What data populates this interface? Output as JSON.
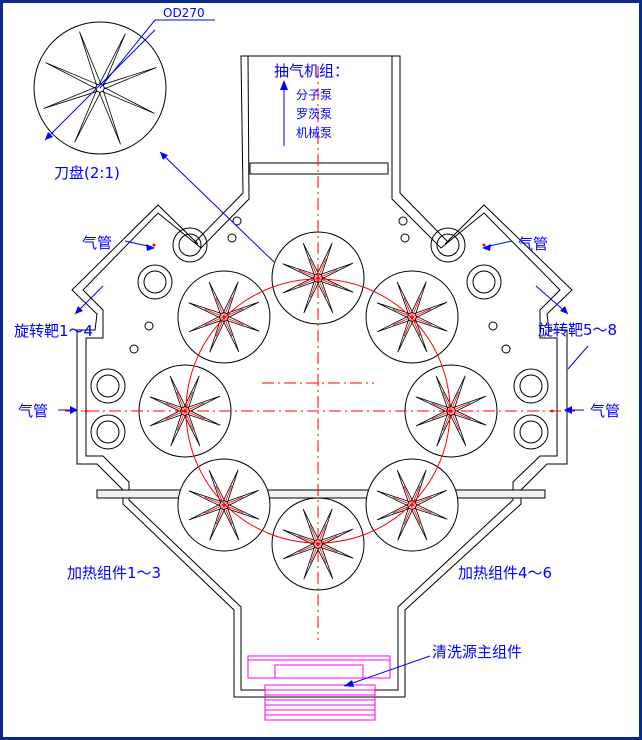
{
  "labels": {
    "od": "OD270",
    "cutter": "刀盘(2:1)",
    "pump_group_title": "抽气机组：",
    "pump_1": "分子泵",
    "pump_2": "罗茨泵",
    "pump_3": "机械泵",
    "gas_tl": "气管",
    "gas_tr": "气管",
    "gas_ml": "气管",
    "gas_mr": "气管",
    "target_left": "旋转靶1～4",
    "target_right": "旋转靶5～8",
    "heater_left": "加热组件1～3",
    "heater_right": "加热组件4～6",
    "cleaning": "清洗源主组件"
  },
  "colors": {
    "frame": "#0a2a8a",
    "outline": "#000000",
    "label": "#0000ff",
    "centerline": "#ff0000",
    "cleaning_source": "#ff00ff"
  }
}
